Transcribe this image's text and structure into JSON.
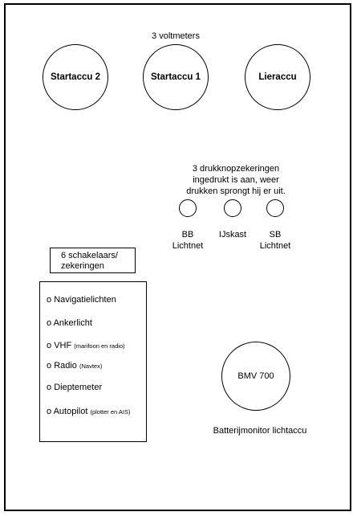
{
  "voltmeters": {
    "title": "3 voltmeters",
    "meters": [
      "Startaccu 2",
      "Startaccu 1",
      "Lieraccu"
    ]
  },
  "push_fuses": {
    "title_lines": [
      "3 drukknopzekeringen",
      "ingedrukt is aan, weer",
      "drukken sprongt hij er uit."
    ],
    "buttons": [
      {
        "label_lines": [
          "BB",
          "Lichtnet"
        ]
      },
      {
        "label_lines": [
          "IJskast"
        ]
      },
      {
        "label_lines": [
          "SB",
          "Lichtnet"
        ]
      }
    ]
  },
  "switches": {
    "title_lines": [
      "6 schakelaars/",
      "zekeringen"
    ],
    "items": [
      {
        "bullet": "o",
        "label": "Navigatielichten",
        "note": ""
      },
      {
        "bullet": "o",
        "label": "Ankerlicht",
        "note": ""
      },
      {
        "bullet": "o",
        "label": "VHF",
        "note": "(marifoon en radio)"
      },
      {
        "bullet": "o",
        "label": "Radio",
        "note": "(Navtex)"
      },
      {
        "bullet": "o",
        "label": "Dieptemeter",
        "note": ""
      },
      {
        "bullet": "o",
        "label": "Autopilot",
        "note": "(plotter en AIS)"
      }
    ]
  },
  "battery_monitor": {
    "label": "BMV 700",
    "caption": "Batterijmonitor lichtaccu"
  }
}
